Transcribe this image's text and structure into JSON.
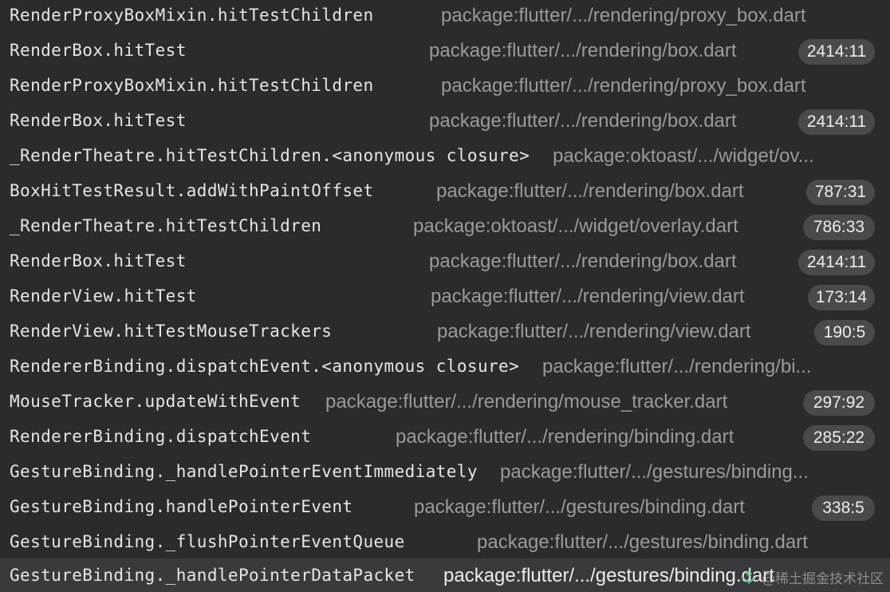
{
  "frames": [
    {
      "function": "RenderProxyBoxMixin.hitTestChildren",
      "location": "package:flutter/.../rendering/proxy_box.dart",
      "position": ""
    },
    {
      "function": "RenderBox.hitTest",
      "location": "package:flutter/.../rendering/box.dart",
      "position": "2414:11"
    },
    {
      "function": "RenderProxyBoxMixin.hitTestChildren",
      "location": "package:flutter/.../rendering/proxy_box.dart",
      "position": ""
    },
    {
      "function": "RenderBox.hitTest",
      "location": "package:flutter/.../rendering/box.dart",
      "position": "2414:11"
    },
    {
      "function": "_RenderTheatre.hitTestChildren.<anonymous closure>",
      "location": "package:oktoast/.../widget/ov...",
      "position": ""
    },
    {
      "function": "BoxHitTestResult.addWithPaintOffset",
      "location": "package:flutter/.../rendering/box.dart",
      "position": "787:31"
    },
    {
      "function": "_RenderTheatre.hitTestChildren",
      "location": "package:oktoast/.../widget/overlay.dart",
      "position": "786:33"
    },
    {
      "function": "RenderBox.hitTest",
      "location": "package:flutter/.../rendering/box.dart",
      "position": "2414:11"
    },
    {
      "function": "RenderView.hitTest",
      "location": "package:flutter/.../rendering/view.dart",
      "position": "173:14"
    },
    {
      "function": "RenderView.hitTestMouseTrackers",
      "location": "package:flutter/.../rendering/view.dart",
      "position": "190:5"
    },
    {
      "function": "RendererBinding.dispatchEvent.<anonymous closure>",
      "location": "package:flutter/.../rendering/bi...",
      "position": ""
    },
    {
      "function": "MouseTracker.updateWithEvent",
      "location": "package:flutter/.../rendering/mouse_tracker.dart",
      "position": "297:92"
    },
    {
      "function": "RendererBinding.dispatchEvent",
      "location": "package:flutter/.../rendering/binding.dart",
      "position": "285:22"
    },
    {
      "function": "GestureBinding._handlePointerEventImmediately",
      "location": "package:flutter/.../gestures/binding...",
      "position": ""
    },
    {
      "function": "GestureBinding.handlePointerEvent",
      "location": "package:flutter/.../gestures/binding.dart",
      "position": "338:5"
    },
    {
      "function": "GestureBinding._flushPointerEventQueue",
      "location": "package:flutter/.../gestures/binding.dart",
      "position": ""
    },
    {
      "function": "GestureBinding._handlePointerDataPacket",
      "location": "package:flutter/.../gestures/binding.dart",
      "position": ""
    }
  ],
  "selected_index": 16,
  "watermark": {
    "text": "@稀土掘金技术社区",
    "icon": "juejin-logo-icon"
  },
  "colors": {
    "background": "#2b2b2d",
    "selected_row": "#3a3a3e",
    "function_text": "#e6e6e6",
    "location_text": "#9a9a9a",
    "position_badge": "#4a4a4d"
  }
}
